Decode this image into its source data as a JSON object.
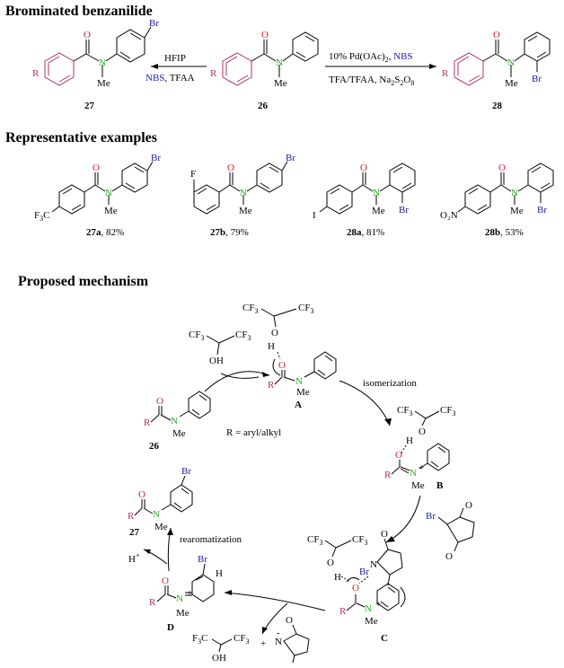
{
  "headings": {
    "section1": "Brominated benzanilide",
    "section2": "Representative examples",
    "section3": "Proposed mechanism"
  },
  "top_scheme": {
    "left_conditions": {
      "line1": "HFIP",
      "reagent_blue": "NBS",
      "line2_rest": ", TFAA"
    },
    "right_conditions": {
      "line1_prefix": "10% Pd(OAc)",
      "line1_sub": "2",
      "line1_sep": ", ",
      "reagent_blue": "NBS",
      "line2": "TFA/TFAA, Na",
      "line2_sub1": "2",
      "line2_mid": "S",
      "line2_sub2": "2",
      "line2_mid2": "O",
      "line2_sub3": "8"
    },
    "compounds": {
      "left": "27",
      "center": "26",
      "right": "28"
    }
  },
  "examples": [
    {
      "id": "27a",
      "yield": ", 82%",
      "substituent": "F₃C"
    },
    {
      "id": "27b",
      "yield": ", 79%",
      "substituent": "F"
    },
    {
      "id": "28a",
      "yield": ", 81%",
      "substituent": "I"
    },
    {
      "id": "28b",
      "yield": ", 53%",
      "substituent": "O₂N"
    }
  ],
  "mechanism": {
    "isomerization": "isomerization",
    "rearomatization": "rearomatization",
    "r_def": "R = aryl/alkyl",
    "intermediates": {
      "A": "A",
      "B": "B",
      "C": "C",
      "D": "D"
    },
    "compounds": {
      "start": "26",
      "product": "27"
    },
    "proton": "H",
    "proton_charge": "+"
  },
  "atoms": {
    "O": "O",
    "N": "N",
    "Me": "Me",
    "Br": "Br",
    "R": "R",
    "H": "H",
    "OH": "OH",
    "CF3": "CF",
    "sub3": "3",
    "F3C_a": "F",
    "F3C_b": "3",
    "F3C_c": "C",
    "plus": "+",
    "minus": "-"
  },
  "colors": {
    "pink": "#b0306a",
    "nitrogen": "#20b020",
    "oxygen": "#d02020",
    "bromine": "#1a1aa0",
    "blue": "#2020c0",
    "black": "#000000"
  }
}
